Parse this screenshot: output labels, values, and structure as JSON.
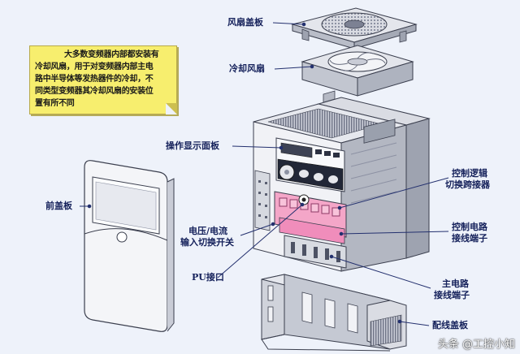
{
  "note": {
    "lines": [
      "大多数变频器内部都安装有",
      "冷却风扇，用于对变频器内部主电",
      "路中半导体等发热器件的冷却，不",
      "同类型变频器其冷却风扇的安装位",
      "置有所不同"
    ]
  },
  "labels": {
    "fan_cover": "风扇盖板",
    "cooling_fan": "冷却风扇",
    "operation_panel": "操作显示面板",
    "front_cover": "前盖板",
    "voltage_current_switch_1": "电压/电流",
    "voltage_current_switch_2": "输入切换开关",
    "pu_port": "PU接口",
    "control_logic_jumper_1": "控制逻辑",
    "control_logic_jumper_2": "切换跨接器",
    "control_terminal_1": "控制电路",
    "control_terminal_2": "接线端子",
    "main_terminal_1": "主电路",
    "main_terminal_2": "接线端子",
    "wiring_cover": "配线盖板"
  },
  "watermark": "头条 @工控小知",
  "colors": {
    "background": "#eef2fa",
    "label_text": "#14205a",
    "leader_line": "#23306e",
    "note_fill": "#f7ee6e",
    "highlight_pink": "#f4a6c8"
  }
}
